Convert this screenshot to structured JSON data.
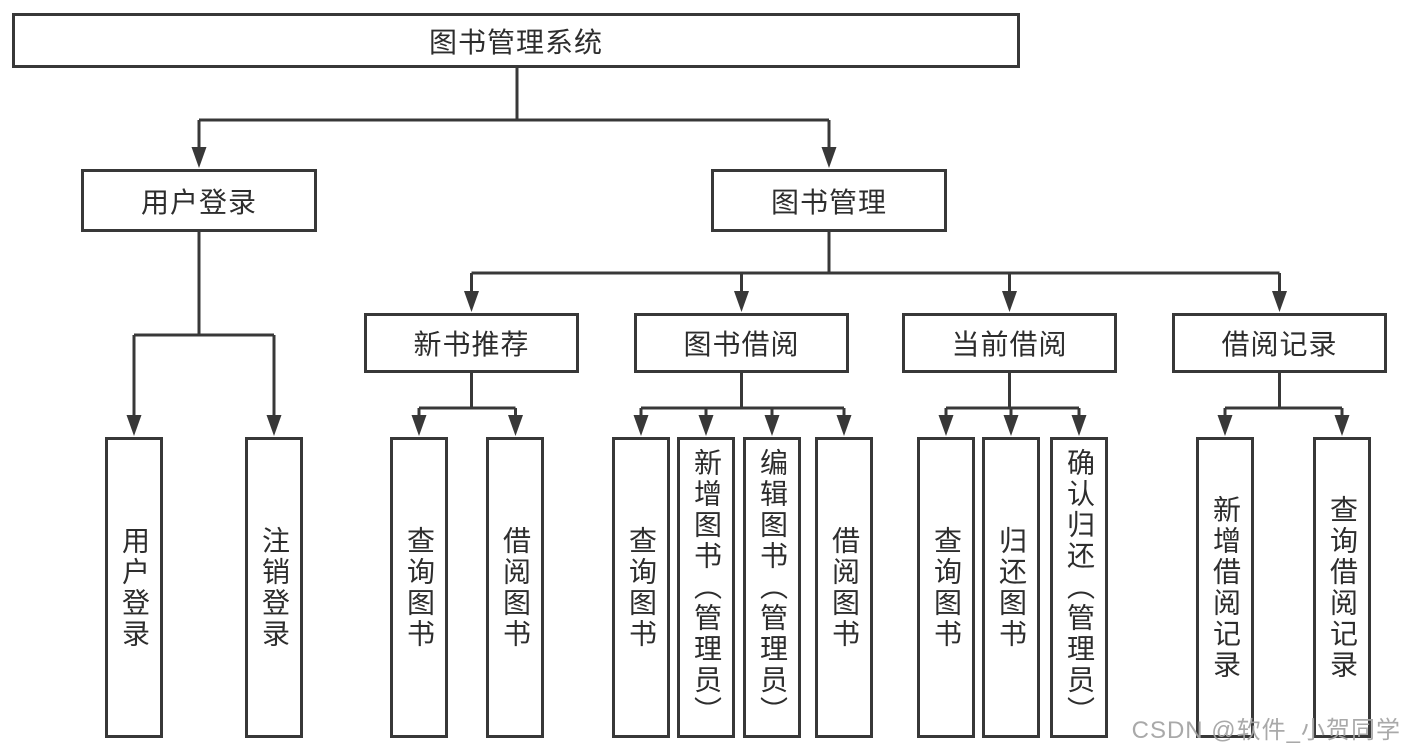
{
  "colors": {
    "line": "#383838",
    "text": "#2d2d2d",
    "background": "#ffffff",
    "watermark": "#a4a4a4"
  },
  "tree": {
    "root": {
      "label": "图书管理系统",
      "children": [
        {
          "label": "用户登录",
          "children": [
            {
              "label": "用户登录"
            },
            {
              "label": "注销登录"
            }
          ]
        },
        {
          "label": "图书管理",
          "children": [
            {
              "label": "新书推荐",
              "children": [
                {
                  "label": "查询图书"
                },
                {
                  "label": "借阅图书"
                }
              ]
            },
            {
              "label": "图书借阅",
              "children": [
                {
                  "label": "查询图书"
                },
                {
                  "label": "新增图书（管理员）"
                },
                {
                  "label": "编辑图书（管理员）"
                },
                {
                  "label": "借阅图书"
                }
              ]
            },
            {
              "label": "当前借阅",
              "children": [
                {
                  "label": "查询图书"
                },
                {
                  "label": "归还图书"
                },
                {
                  "label": "确认归还（管理员）"
                }
              ]
            },
            {
              "label": "借阅记录",
              "children": [
                {
                  "label": "新增借阅记录"
                },
                {
                  "label": "查询借阅记录"
                }
              ]
            }
          ]
        }
      ]
    }
  },
  "watermark": {
    "text": "CSDN @软件_小贺同学"
  }
}
